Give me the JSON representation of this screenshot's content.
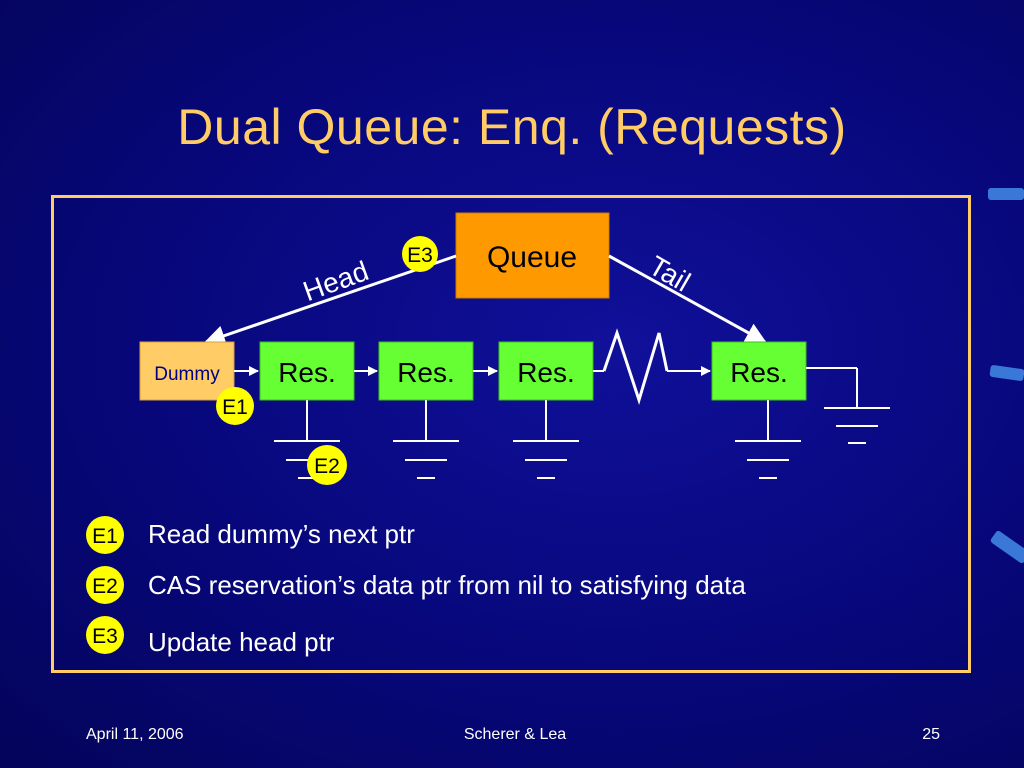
{
  "slide": {
    "title": "Dual Queue: Enq. (Requests)"
  },
  "diagram": {
    "queue_label": "Queue",
    "head_label": "Head",
    "tail_label": "Tail",
    "dummy_label": "Dummy",
    "res_labels": [
      "Res.",
      "Res.",
      "Res.",
      "Res."
    ],
    "step_badges": {
      "e1": "E1",
      "e2": "E2",
      "e3": "E3"
    }
  },
  "legend": [
    {
      "badge": "E1",
      "text": "Read dummy’s next ptr"
    },
    {
      "badge": "E2",
      "text": "CAS reservation’s data ptr from nil to satisfying data"
    },
    {
      "badge": "E3",
      "text": "Update head ptr"
    }
  ],
  "footer": {
    "date": "April 11, 2006",
    "authors": "Scherer & Lea",
    "page": "25"
  },
  "colors": {
    "background": "#07077a",
    "title": "#ffcc66",
    "queue_box": "#ff9900",
    "dummy_box": "#ffcc66",
    "res_box": "#66ff33",
    "badge": "#ffff00"
  }
}
